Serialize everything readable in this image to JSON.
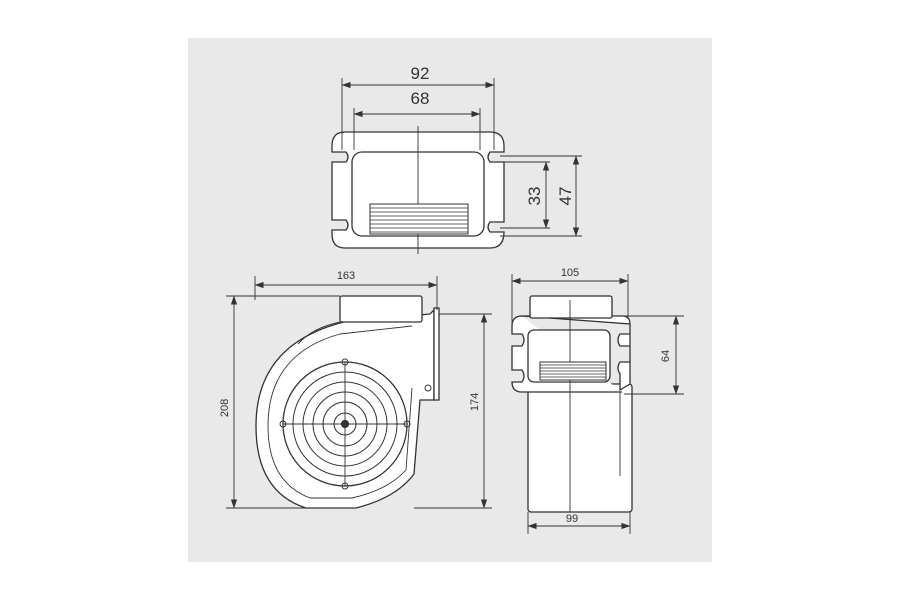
{
  "drawing": {
    "colors": {
      "background": "#e9e9e9",
      "line": "#333333",
      "body": "#ffffff"
    },
    "top_view": {
      "width_outer": "92",
      "width_inner": "68",
      "height_inner": "33",
      "height_outer": "47"
    },
    "side_view": {
      "width": "163",
      "height_total": "208",
      "height_housing": "174"
    },
    "front_view": {
      "width_top": "105",
      "outlet_height": "64",
      "width_bottom": "99"
    }
  }
}
